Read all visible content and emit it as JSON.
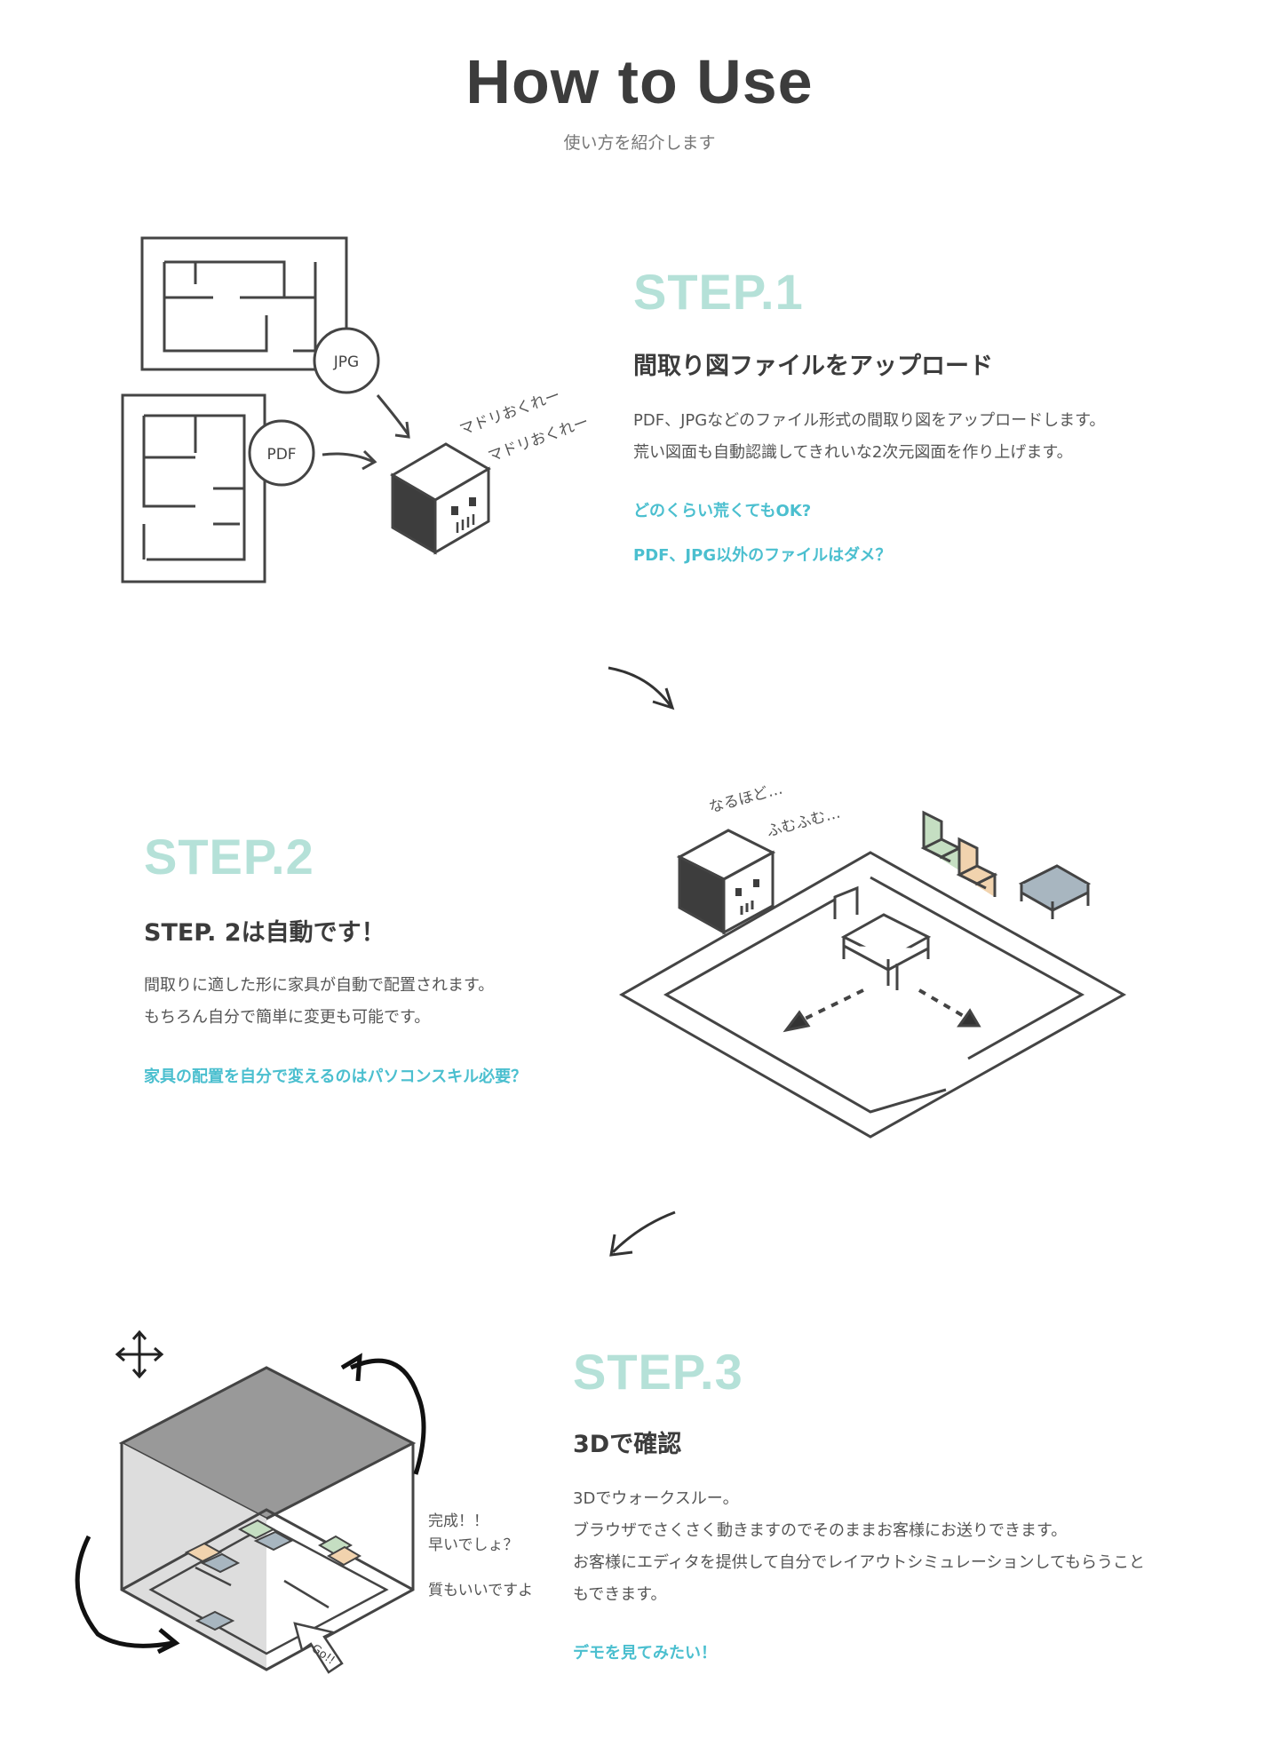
{
  "header": {
    "title": "How to Use",
    "subtitle": "使い方を紹介します"
  },
  "colors": {
    "accent_step": "#b5e1d8",
    "link": "#4bbfcf",
    "text": "#3c3c3c"
  },
  "steps": [
    {
      "label": "STEP.1",
      "heading": "間取り図ファイルをアップロード",
      "body": [
        "PDF、JPGなどのファイル形式の間取り図をアップロードします。",
        "荒い図面も自動認識してきれいな2次元図面を作り上げます。"
      ],
      "links": [
        "どのくらい荒くてもOK?",
        "PDF、JPG以外のファイルはダメ？"
      ],
      "illustration": {
        "badges": [
          "JPG",
          "PDF"
        ],
        "speech": [
          "マドリおくれー",
          "マドリおくれー"
        ]
      }
    },
    {
      "label": "STEP.2",
      "heading": "STEP. 2は自動です！",
      "body": [
        "間取りに適した形に家具が自動で配置されます。",
        "もちろん自分で簡単に変更も可能です。"
      ],
      "links": [
        "家具の配置を自分で変えるのはパソコンスキル必要？"
      ],
      "illustration": {
        "speech": [
          "なるほど…",
          "ふむふむ…"
        ]
      }
    },
    {
      "label": "STEP.3",
      "heading": "3Dで確認",
      "body": [
        "3Dでウォークスルー。",
        "ブラウザでさくさく動きますのでそのままお客様にお送りできます。",
        "お客様にエディタを提供して自分でレイアウトシミュレーションしてもらうこと",
        "もできます。"
      ],
      "links": [
        "デモを見てみたい！"
      ],
      "illustration": {
        "speech": [
          "完成！！",
          "早いでしょ？",
          "質もいいですよ"
        ],
        "button": "Go!!"
      }
    }
  ]
}
